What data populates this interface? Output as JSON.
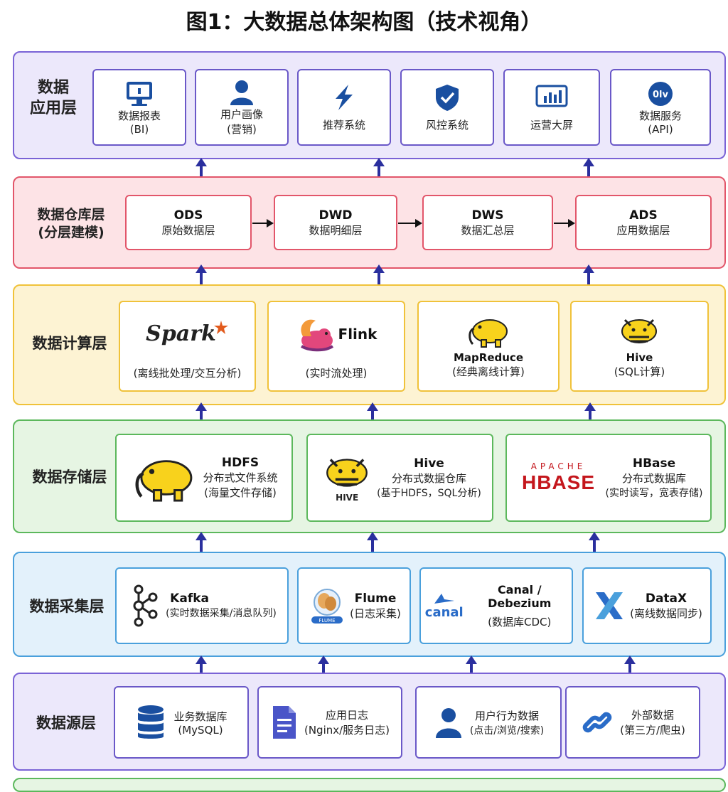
{
  "title": "图1：大数据总体架构图（技术视角）",
  "layers": {
    "app": {
      "label_line1": "数据",
      "label_line2": "应用层",
      "items": [
        {
          "name": "数据报表",
          "sub": "(BI)",
          "icon": "monitor-icon"
        },
        {
          "name": "用户画像",
          "sub": "(营销)",
          "icon": "user-icon"
        },
        {
          "name": "推荐系统",
          "icon": "lightning-icon"
        },
        {
          "name": "风控系统",
          "icon": "shield-check-icon"
        },
        {
          "name": "运营大屏",
          "icon": "dashboard-chart-icon"
        },
        {
          "name": "数据服务",
          "sub": "(API)",
          "icon": "api-badge-icon"
        }
      ]
    },
    "warehouse": {
      "label_line1": "数据仓库层",
      "label_line2": "(分层建模)",
      "items": [
        {
          "name": "ODS",
          "sub": "原始数据层"
        },
        {
          "name": "DWD",
          "sub": "数据明细层"
        },
        {
          "name": "DWS",
          "sub": "数据汇总层"
        },
        {
          "name": "ADS",
          "sub": "应用数据层"
        }
      ]
    },
    "compute": {
      "label": "数据计算层",
      "items": [
        {
          "name": "Spark",
          "sub": "(离线批处理/交互分析)",
          "icon": "spark-logo-icon"
        },
        {
          "name": "Flink",
          "sub": "(实时流处理)",
          "icon": "flink-squirrel-icon"
        },
        {
          "name": "MapReduce",
          "sub": "(经典离线计算)",
          "icon": "hadoop-elephant-icon"
        },
        {
          "name": "Hive",
          "sub": "(SQL计算)",
          "icon": "hive-bee-icon"
        }
      ]
    },
    "storage": {
      "label": "数据存储层",
      "items": [
        {
          "name": "HDFS",
          "sub1": "分布式文件系统",
          "sub2": "(海量文件存储)",
          "icon": "hadoop-elephant-icon"
        },
        {
          "name": "Hive",
          "sub1": "分布式数据仓库",
          "sub2": "(基于HDFS，SQL分析)",
          "icon": "hive-bee-icon",
          "logo_text": "HIVE"
        },
        {
          "name": "HBase",
          "sub1": "分布式数据库",
          "sub2": "(实时读写，宽表存储)",
          "logo_top": "APACHE",
          "logo_main": "HBASE"
        }
      ]
    },
    "collect": {
      "label": "数据采集层",
      "items": [
        {
          "name": "Kafka",
          "sub": "(实时数据采集/消息队列)",
          "icon": "kafka-logo-icon"
        },
        {
          "name": "Flume",
          "sub": "(日志采集)",
          "icon": "flume-logo-icon"
        },
        {
          "name": "Canal / Debezium",
          "sub": "(数据库CDC)",
          "icon": "canal-logo-icon",
          "logo_text": "canal"
        },
        {
          "name": "DataX",
          "sub": "(离线数据同步)",
          "icon": "datax-logo-icon"
        }
      ]
    },
    "source": {
      "label": "数据源层",
      "items": [
        {
          "name": "业务数据库",
          "sub": "(MySQL)",
          "icon": "database-icon"
        },
        {
          "name": "应用日志",
          "sub": "(Nginx/服务日志)",
          "icon": "document-icon"
        },
        {
          "name": "用户行为数据",
          "sub": "(点击/浏览/搜索)",
          "icon": "user-icon"
        },
        {
          "name": "外部数据",
          "sub": "(第三方/爬虫)",
          "icon": "link-icon"
        }
      ]
    }
  },
  "colors": {
    "app_bg": "#ece8fb",
    "app_border": "#7a63d6",
    "warehouse_bg": "#fde3e6",
    "warehouse_border": "#e2566a",
    "compute_bg": "#fdf3d3",
    "compute_border": "#f0c23a",
    "storage_bg": "#e6f5e3",
    "storage_border": "#5cb85c",
    "collect_bg": "#e3f1fb",
    "collect_border": "#4aa0dc",
    "source_bg": "#ece8fb",
    "source_border": "#7a63d6",
    "arrow": "#2a2f9e"
  }
}
